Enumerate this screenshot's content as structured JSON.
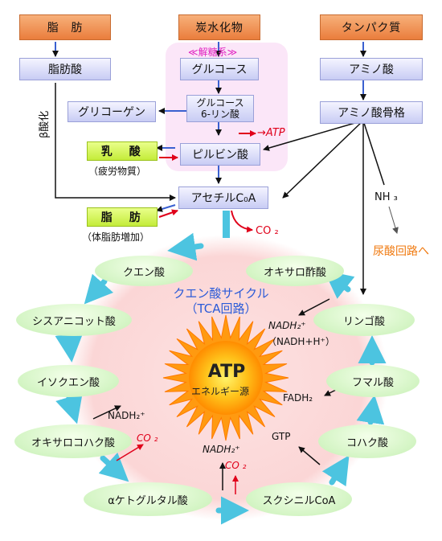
{
  "sources": {
    "lipid": "脂　肪",
    "carbohydrate": "炭水化物",
    "protein": "タンパク質"
  },
  "path_left": {
    "fatty_acid": "脂肪酸",
    "beta_oxidation": "β酸化"
  },
  "glycolysis": {
    "title": "≪解糖系≫",
    "glucose": "グルコース",
    "glucose6p_line1": "グルコース",
    "glucose6p_line2": "6-リン酸",
    "glycogen": "グリコーゲン",
    "atp": "→ATP",
    "pyruvate": "ピルビン酸"
  },
  "path_right": {
    "amino_acid": "アミノ酸",
    "amino_skeleton": "アミノ酸骨格",
    "nh3": "NH ₃",
    "urea_cycle": "尿酸回路へ"
  },
  "side": {
    "lactic_acid": "乳　酸",
    "lactic_note": "（疲労物質）",
    "fat": "脂　肪",
    "fat_note": "（体脂肪増加）"
  },
  "acetyl": {
    "label": "アセチルC₀A",
    "co2": "CO ₂"
  },
  "cycle": {
    "title_line1": "クエン酸サイクル",
    "title_line2": "（TCA回路）",
    "center_title": "ATP",
    "center_sub": "エネルギー源",
    "nodes": {
      "citric": "クエン酸",
      "oxaloacetic": "オキサロ酢酸",
      "cis_aconitic": "シスアニコット酸",
      "malic": "リンゴ酸",
      "isocitric": "イソクエン酸",
      "fumaric": "フマル酸",
      "oxalosuccinic": "オキサロコハク酸",
      "succinic": "コハク酸",
      "alpha_kg": "αケトグルタル酸",
      "succinyl_coa": "スクシニルCoA"
    },
    "annotations": {
      "nadh_top": "NADH₂⁺",
      "nadh_top_note": "（NADH+H⁺）",
      "fadh2": "FADH₂",
      "gtp": "GTP",
      "nadh_left": "NADH₂⁺",
      "co2_left": "CO ₂",
      "nadh_bottom": "NADH₂⁺",
      "co2_bottom": "CO ₂"
    }
  },
  "colors": {
    "source_box": "#ea7d3c",
    "process_box": "#c8ccf4",
    "side_box": "#c4ec3a",
    "cycle_node": "#c6f0b4",
    "cycle_background": "#fde2e2",
    "glycolysis_background": "#fbe6f8",
    "cycle_arrow": "#4cc4e0",
    "emphasis_red": "#e0001a",
    "cycle_title": "#2c5bd8",
    "urea_text": "#f07a10"
  }
}
